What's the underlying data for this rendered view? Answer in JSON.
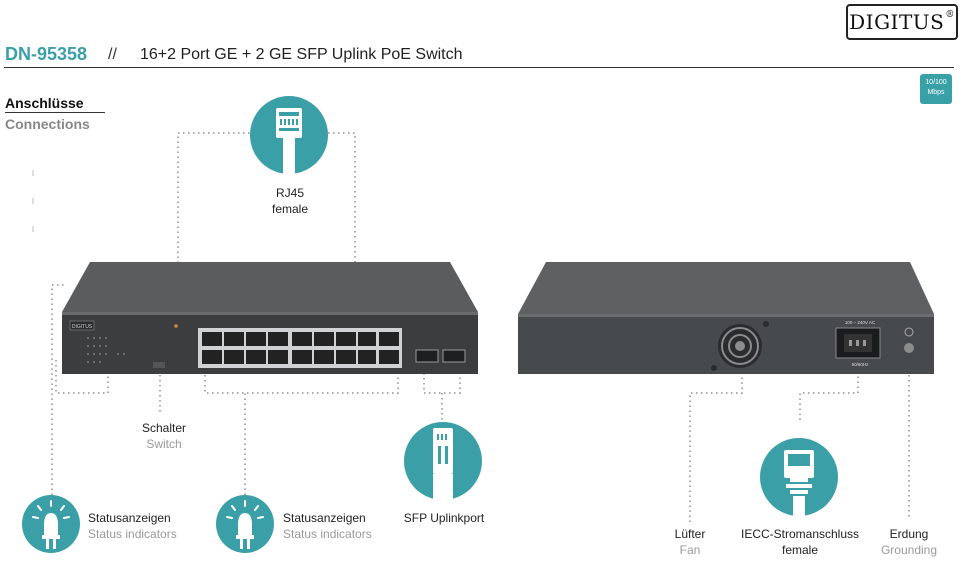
{
  "brand": {
    "name": "DIGITUS",
    "mark": "®"
  },
  "header": {
    "model": "DN-95358",
    "separator": "//",
    "title": "16+2 Port GE + 2 GE SFP Uplink PoE Switch"
  },
  "speed_badge": {
    "line1": "10/100",
    "line2": "Mbps"
  },
  "section": {
    "title_de": "Anschlüsse",
    "title_en": "Connections"
  },
  "labels": {
    "rj45": {
      "de": "RJ45",
      "en": "female"
    },
    "switch": {
      "de": "Schalter",
      "en": "Switch"
    },
    "status_left": {
      "de": "Statusanzeigen",
      "en": "Status indicators"
    },
    "status_mid": {
      "de": "Statusanzeigen",
      "en": "Status indicators"
    },
    "sfp": {
      "de": "SFP Uplinkport"
    },
    "fan": {
      "de": "Lüfter",
      "en": "Fan"
    },
    "power": {
      "de": "IECC-Stromanschluss",
      "en": "female"
    },
    "ground": {
      "de": "Erdung",
      "en": "Grounding"
    }
  },
  "device_marks": {
    "front_brand": "DIGITUS",
    "power_rating": "100 – 240V AC",
    "power_freq": "50/60Hz"
  },
  "colors": {
    "accent": "#3aa0a8",
    "device_body": "#4a4c4e",
    "device_top": "#5e6062"
  }
}
